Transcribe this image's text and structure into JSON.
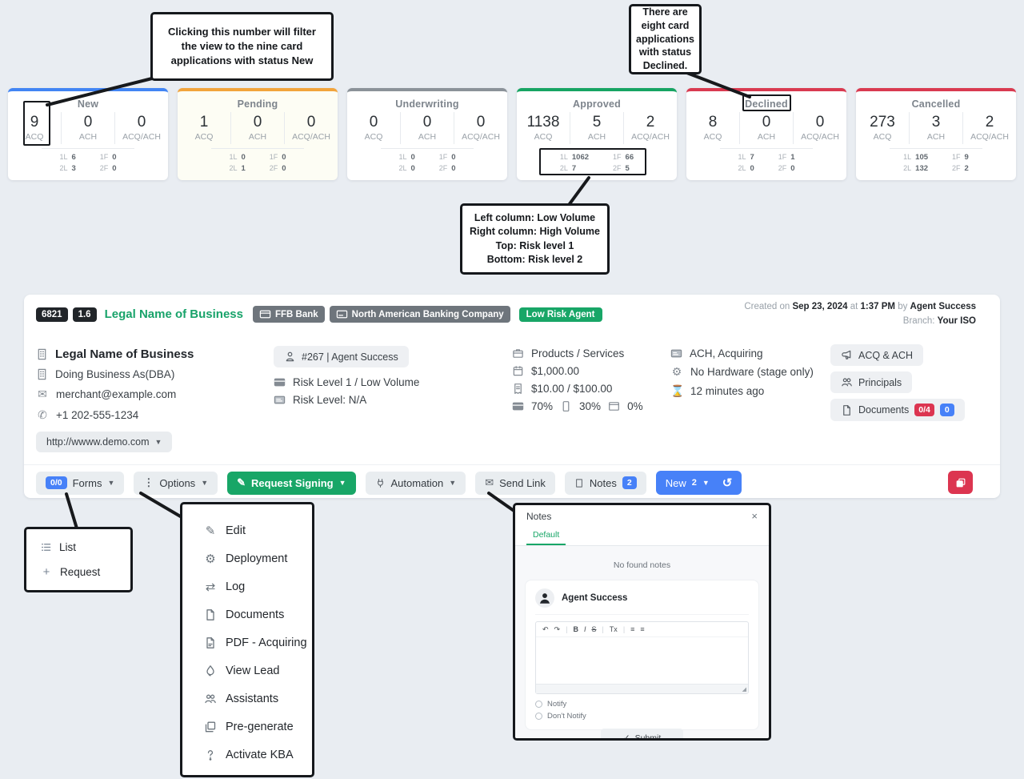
{
  "annotations": {
    "note_new": "Clicking this number will filter the view to the nine card applications with status New",
    "note_declined": "There are eight card applications with status Declined.",
    "legend_line1": "Left column: Low Volume",
    "legend_line2": "Right column: High Volume",
    "legend_line3": "Top: Risk level 1",
    "legend_line4": "Bottom: Risk level 2"
  },
  "labels": {
    "acq": "ACQ",
    "ach": "ACH",
    "acq_ach": "ACQ/ACH",
    "l1": "1L",
    "f1": "1F",
    "l2": "2L",
    "f2": "2F"
  },
  "status_cards": [
    {
      "title": "New",
      "acq": "9",
      "ach": "0",
      "acq_ach": "0",
      "l1": "6",
      "f1": "0",
      "l2": "3",
      "f2": "0"
    },
    {
      "title": "Pending",
      "acq": "1",
      "ach": "0",
      "acq_ach": "0",
      "l1": "0",
      "f1": "0",
      "l2": "1",
      "f2": "0"
    },
    {
      "title": "Underwriting",
      "acq": "0",
      "ach": "0",
      "acq_ach": "0",
      "l1": "0",
      "f1": "0",
      "l2": "0",
      "f2": "0"
    },
    {
      "title": "Approved",
      "acq": "1138",
      "ach": "5",
      "acq_ach": "2",
      "l1": "1062",
      "f1": "66",
      "l2": "7",
      "f2": "5"
    },
    {
      "title": "Declined",
      "acq": "8",
      "ach": "0",
      "acq_ach": "0",
      "l1": "7",
      "f1": "1",
      "l2": "0",
      "f2": "0"
    },
    {
      "title": "Cancelled",
      "acq": "273",
      "ach": "3",
      "acq_ach": "2",
      "l1": "105",
      "f1": "9",
      "l2": "132",
      "f2": "2"
    }
  ],
  "colors": {
    "accent_new": "#4285f4",
    "accent_pending": "#f2a43c",
    "accent_underwriting": "#8b9299",
    "accent_approved": "#17a463",
    "accent_declined": "#d93a50",
    "accent_cancelled": "#d93a50",
    "green": "#18a667",
    "blue": "#4781f8",
    "red_badge": "#dc3551",
    "red_button": "#dc3550",
    "dark_badge": "#212529",
    "gray_badge": "#6e757c"
  },
  "merchant": {
    "id_badge": "6821",
    "version_badge": "1.6",
    "title": "Legal Name of Business",
    "bank_badge": "FFB Bank",
    "bank2_badge": "North American Banking Company",
    "risk_badge": "Low Risk Agent",
    "created_prefix": "Created on",
    "created_date": "Sep 23, 2024",
    "created_at_word": "at",
    "created_time": "1:37 PM",
    "created_by_word": "by",
    "created_by": "Agent Success",
    "branch_label": "Branch:",
    "branch": "Your ISO",
    "legal_name": "Legal Name of Business",
    "dba": "Doing Business As(DBA)",
    "email": "merchant@example.com",
    "phone": "+1 202-555-1234",
    "website": "http://wwww.demo.com",
    "agent": "#267 | Agent Success",
    "risk_line1": "Risk Level 1 / Low Volume",
    "risk_line2": "Risk Level: N/A",
    "products": "Products / Services",
    "amount1": "$1,000.00",
    "amount2": "$10.00 / $100.00",
    "pct_card": "70%",
    "pct_mobile": "30%",
    "pct_web": "0%",
    "methods": "ACH, Acquiring",
    "hardware": "No Hardware (stage only)",
    "updated": "12 minutes ago",
    "btn_acq_ach": "ACQ & ACH",
    "btn_principals": "Principals",
    "btn_documents": "Documents",
    "doc_badge_red": "0/4",
    "doc_badge_blue": "0"
  },
  "toolbar": {
    "forms_badge": "0/0",
    "forms": "Forms",
    "options": "Options",
    "request_signing": "Request Signing",
    "automation": "Automation",
    "send_link": "Send Link",
    "notes": "Notes",
    "notes_badge": "2",
    "new_label": "New",
    "new_badge": "2"
  },
  "forms_menu": {
    "list": "List",
    "request": "Request"
  },
  "options_menu": {
    "items": [
      "Edit",
      "Deployment",
      "Log",
      "Documents",
      "PDF - Acquiring",
      "View Lead",
      "Assistants",
      "Pre-generate",
      "Activate KBA"
    ]
  },
  "notes_panel": {
    "title": "Notes",
    "close": "×",
    "tab_default": "Default",
    "empty_text": "No found notes",
    "author": "Agent Success",
    "editor_tools": [
      "↶",
      "↷",
      "B",
      "I",
      "S",
      "Tx",
      "≡",
      "≡"
    ],
    "notify_label": "Notify",
    "dont_notify_label": "Don't Notify",
    "submit_label": "Submit"
  }
}
